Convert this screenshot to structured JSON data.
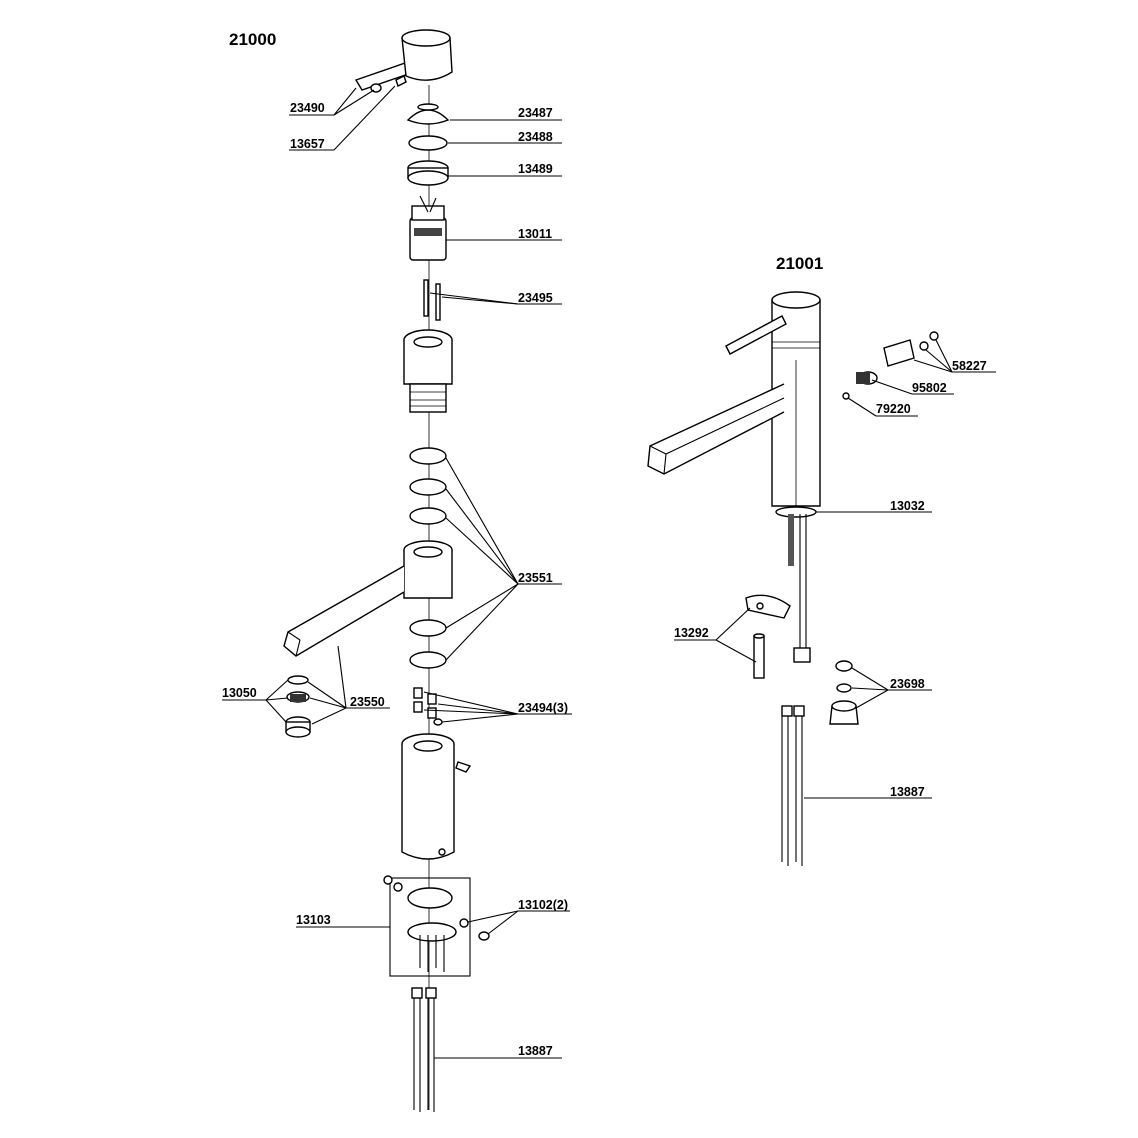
{
  "models": {
    "left": "21000",
    "right": "21001"
  },
  "parts_left": [
    "23490",
    "13657",
    "23487",
    "23488",
    "13489",
    "13011",
    "23495",
    "23551",
    "13050",
    "23550",
    "23494(3)",
    "13103",
    "13102(2)",
    "13887"
  ],
  "parts_right": [
    "58227",
    "95802",
    "79220",
    "13032",
    "13292",
    "23698",
    "13887"
  ]
}
